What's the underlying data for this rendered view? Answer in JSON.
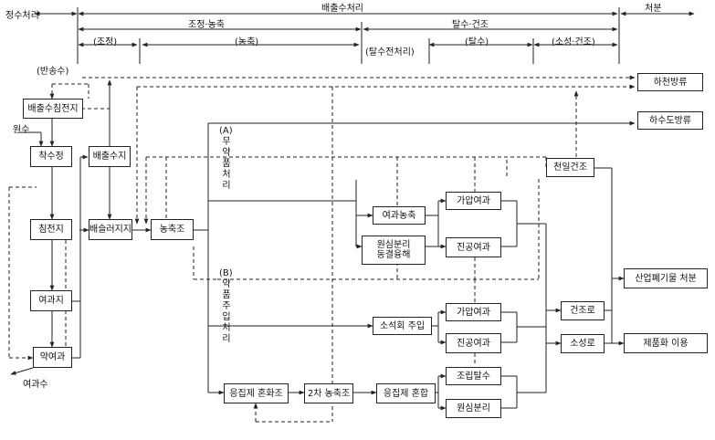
{
  "header": {
    "stage1": "정수처리",
    "stage2": "배출수처리",
    "stage3": "처분",
    "sub_a": "조정·농축",
    "sub_b": "탈수·건조",
    "sub_c": "(조정)",
    "sub_d": "(농축)",
    "sub_e": "(탈수전처리)",
    "sub_f": "(탈수)",
    "sub_g": "(소성·건조)"
  },
  "labels": {
    "return_water": "(반송수)",
    "raw_water": "원수",
    "filtered_water": "여과수",
    "group_a_letter": "(A)",
    "group_a_text": "무약품처리",
    "group_b_letter": "(B)",
    "group_b_text": "약품주입처리"
  },
  "nodes": {
    "settling_tank": "배출수침전지",
    "receiving_well": "착수정",
    "sedimentation": "침전지",
    "filter_basin": "여과지",
    "chem_tank": "약여과",
    "discharge_tank": "배출수지",
    "sludge_tank": "배슬러지지",
    "thickener": "농축조",
    "river": "하천방류",
    "sewer": "하수도방류",
    "sun_dry": "천일건조",
    "filt_thicken": "여과농축",
    "centrifuge_freeze_1": "원심분리",
    "centrifuge_freeze_2": "동결융해",
    "pressure_filter_a": "가압여과",
    "vacuum_filter_a": "진공여과",
    "lime_dosing": "소석회 주입",
    "pressure_filter_b": "가압여과",
    "vacuum_filter_b": "진공여과",
    "coag_mix": "응집제 혼화조",
    "second_thicken": "2차 농축조",
    "coag_blend": "응집제 혼합",
    "thicken_dewater": "조립탈수",
    "centrifuge": "원심분리",
    "dryer": "건조로",
    "kiln": "소성로",
    "industrial_waste": "산업폐기물 처분",
    "product_use": "제품화 이용"
  }
}
